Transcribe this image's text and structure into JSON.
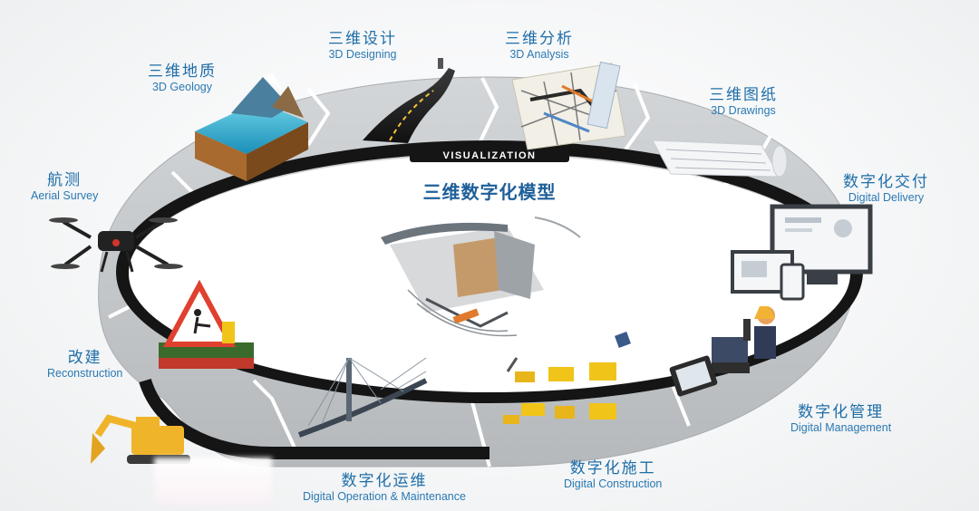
{
  "center": {
    "title": "三维数字化模型",
    "ring_label": "VISUALIZATION"
  },
  "stages": [
    {
      "id": "geology",
      "zh": "三维地质",
      "en": "3D Geology"
    },
    {
      "id": "designing",
      "zh": "三维设计",
      "en": "3D Designing"
    },
    {
      "id": "analysis",
      "zh": "三维分析",
      "en": "3D Analysis"
    },
    {
      "id": "drawings",
      "zh": "三维图纸",
      "en": "3D Drawings"
    },
    {
      "id": "delivery",
      "zh": "数字化交付",
      "en": "Digital Delivery"
    },
    {
      "id": "management",
      "zh": "数字化管理",
      "en": "Digital Management"
    },
    {
      "id": "construction",
      "zh": "数字化施工",
      "en": "Digital Construction"
    },
    {
      "id": "operation",
      "zh": "数字化运维",
      "en": "Digital Operation & Maintenance"
    },
    {
      "id": "reconstruction",
      "zh": "改建",
      "en": "Reconstruction"
    },
    {
      "id": "aerial",
      "zh": "航测",
      "en": "Aerial Survey"
    }
  ],
  "colors": {
    "label": "#1e6ea8",
    "ring_outer": "#bfc3c6",
    "ring_band": "#161616",
    "center_title": "#1f5f99"
  }
}
